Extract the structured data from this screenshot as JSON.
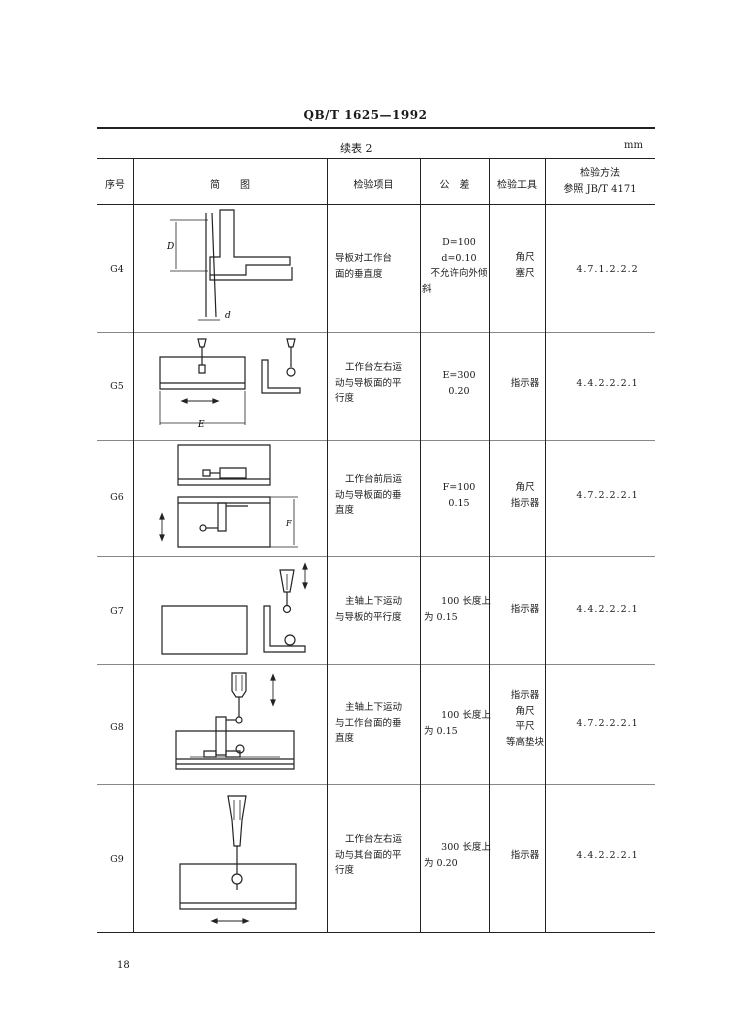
{
  "header": {
    "standard_no": "QB/T 1625—1992"
  },
  "table": {
    "caption": "续表 2",
    "unit": "mm",
    "columns": {
      "no": "序号",
      "diagram": "简　　图",
      "item": "检验项目",
      "tolerance": "公　差",
      "tool": "检验工具",
      "method_line1": "检验方法",
      "method_line2": "参照 JB/T 4171"
    },
    "rows": [
      {
        "no": "G4",
        "item": [
          "导板对工作台",
          "面的垂直度"
        ],
        "tolerance": [
          "D=100",
          "d=0.10",
          "不允许向外倾",
          "斜"
        ],
        "tool": [
          "角尺",
          "塞尺"
        ],
        "method": "4.7.1.2.2.2"
      },
      {
        "no": "G5",
        "item": [
          "工作台左右运",
          "动与导板面的平",
          "行度"
        ],
        "tolerance": [
          "E=300",
          "0.20"
        ],
        "tool": [
          "指示器"
        ],
        "method": "4.4.2.2.2.1"
      },
      {
        "no": "G6",
        "item": [
          "工作台前后运",
          "动与导板面的垂",
          "直度"
        ],
        "tolerance": [
          "F=100",
          "0.15"
        ],
        "tool": [
          "角尺",
          "指示器"
        ],
        "method": "4.7.2.2.2.1"
      },
      {
        "no": "G7",
        "item": [
          "主轴上下运动",
          "与导板的平行度"
        ],
        "tolerance": [
          "100 长度上",
          "为 0.15"
        ],
        "tool": [
          "指示器"
        ],
        "method": "4.4.2.2.2.1"
      },
      {
        "no": "G8",
        "item": [
          "主轴上下运动",
          "与工作台面的垂",
          "直度"
        ],
        "tolerance": [
          "100 长度上",
          "为 0.15"
        ],
        "tool": [
          "指示器",
          "角尺",
          "平尺",
          "等高垫块"
        ],
        "method": "4.7.2.2.2.1"
      },
      {
        "no": "G9",
        "item": [
          "工作台左右运",
          "动与其台面的平",
          "行度"
        ],
        "tolerance": [
          "300 长度上",
          "为 0.20"
        ],
        "tool": [
          "指示器"
        ],
        "method": "4.4.2.2.2.1"
      }
    ],
    "figure_labels": {
      "g4_d_upper": "D",
      "g4_d_lower": "d",
      "g5_e": "E",
      "g6_f": "F"
    }
  },
  "footer": {
    "page_number": "18"
  }
}
